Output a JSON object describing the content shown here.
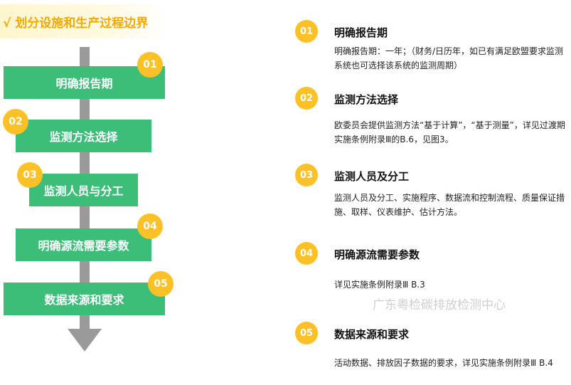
{
  "header": {
    "title": "√ 划分设施和生产过程边界"
  },
  "flow": {
    "steps": [
      {
        "number": "01",
        "label": "明确报告期"
      },
      {
        "number": "02",
        "label": "监测方法选择"
      },
      {
        "number": "03",
        "label": "监测人员与分工"
      },
      {
        "number": "04",
        "label": "明确源流需要参数"
      },
      {
        "number": "05",
        "label": "数据来源和要求"
      }
    ]
  },
  "details": [
    {
      "number": "01",
      "title": "明确报告期",
      "desc": "明确报告期：一年；（财务/日历年，如已有满足欧盟要求监测系统也可选择该系统的监测周期）"
    },
    {
      "number": "02",
      "title": "监测方法选择",
      "desc": "欧委员会提供监测方法“基于计算”，“基于测量”，详见过渡期实施条例附录Ⅲ的B.6，见图3。"
    },
    {
      "number": "03",
      "title": "监测人员及分工",
      "desc": "监测人员及分工、实施程序、数据流和控制流程、质量保证措施、取样、仪表维护、估计方法。"
    },
    {
      "number": "04",
      "title": "明确源流需要参数",
      "desc": "详见实施条例附录Ⅲ B.3"
    },
    {
      "number": "05",
      "title": "数据来源和要求",
      "desc": "活动数据、排放因子数据的要求，详见实施条例附录Ⅲ B.4"
    }
  ],
  "watermark": "广东粤检碳排放检测中心",
  "colors": {
    "step_green": "#3cbe79",
    "badge_yellow": "#fbc126",
    "title_gold": "#f2a900",
    "arrow_gray": "#9a9a9a"
  }
}
